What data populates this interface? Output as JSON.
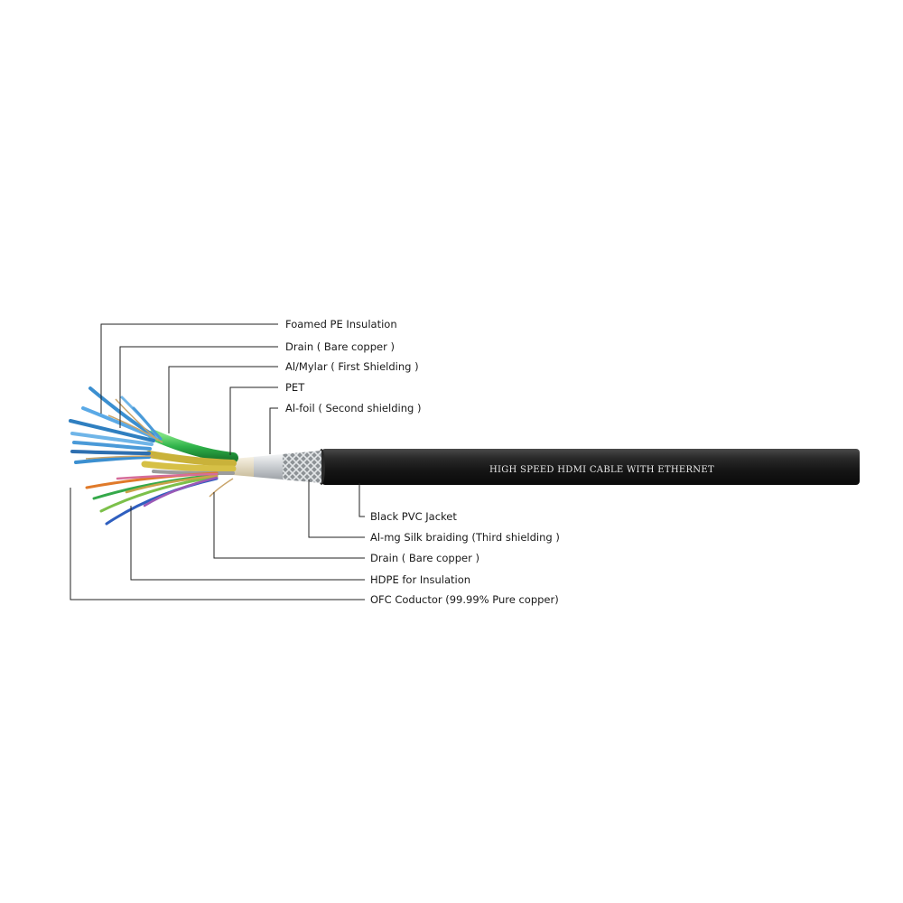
{
  "cable": {
    "printed_text": "HIGH SPEED HDMI CABLE WITH ETHERNET",
    "jacket_color": "#1c1c1c",
    "wire_colors": [
      "#3b8fd0",
      "#5aa9e6",
      "#2f7fc0",
      "#6fb5e8",
      "#4a9ad8",
      "#2e6fb0"
    ],
    "shield_colors": {
      "al_mylar": "#2fb34a",
      "pet": "#e9dfc7",
      "al_foil": "#d9dcdf",
      "braid": "#b5b9bd"
    },
    "conductor_colors": [
      "#e07a2a",
      "#35a94a",
      "#7cc04a",
      "#2f5fbf",
      "#c9a34a",
      "#d66d9a",
      "#9b59b6"
    ]
  },
  "labels_top": [
    "Foamed PE Insulation",
    "Drain ( Bare copper )",
    "Al/Mylar ( First Shielding )",
    "PET",
    "Al-foil  ( Second shielding )"
  ],
  "labels_bottom": [
    "Black PVC Jacket",
    "Al-mg Silk braiding (Third shielding )",
    "Drain ( Bare copper )",
    "HDPE for Insulation",
    "OFC Coductor (99.99% Pure copper)"
  ]
}
